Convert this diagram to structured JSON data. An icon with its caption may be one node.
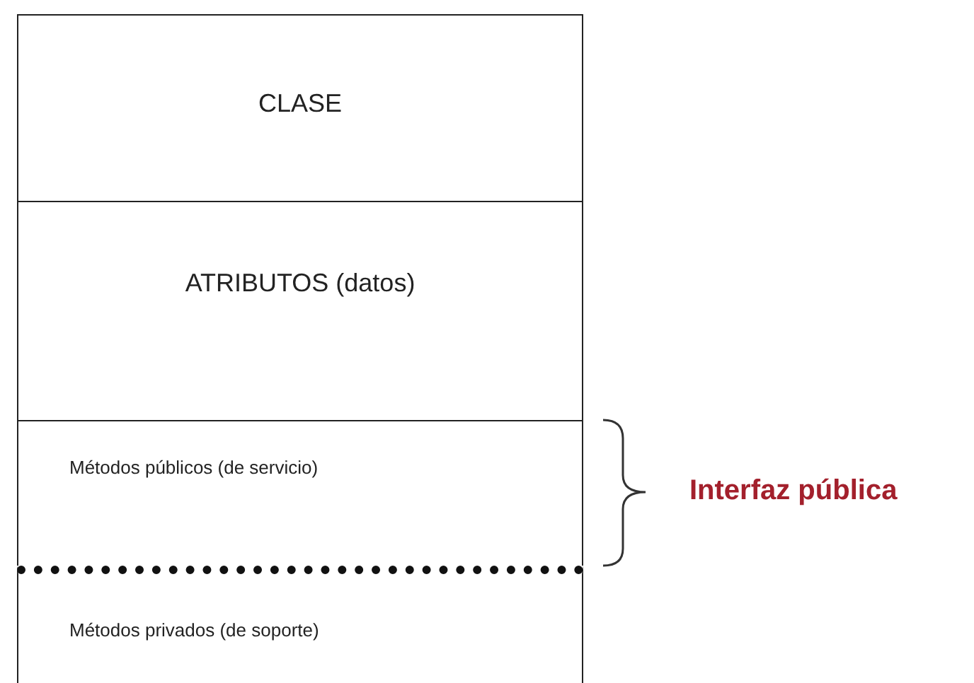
{
  "diagram": {
    "nodes": [
      {
        "text": [
          "CLASE"
        ]
      },
      {
        "text": [
          "ATRIBUTOS (datos)"
        ]
      },
      {
        "text": [
          "Métodos públicos (de servicio)"
        ]
      },
      {
        "text": [
          "Métodos privados (de soporte)"
        ]
      }
    ],
    "labels": [
      "Interfaz pública"
    ]
  }
}
